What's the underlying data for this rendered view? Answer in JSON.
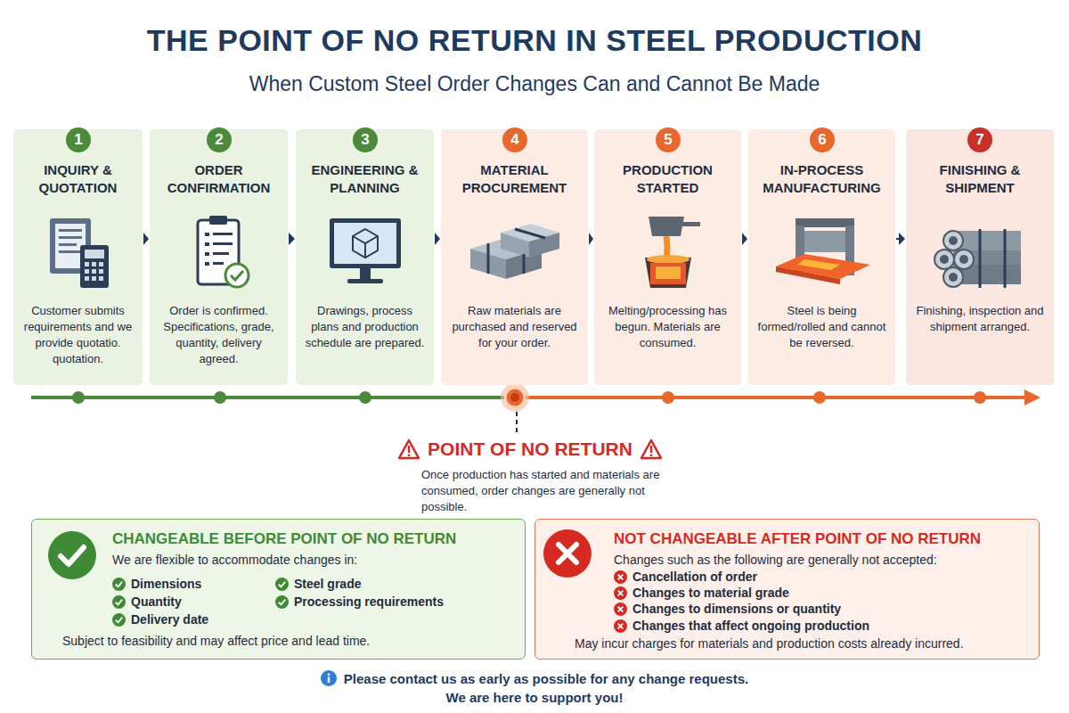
{
  "diagram": {
    "title": "THE POINT OF NO RETURN IN STEEL PRODUCTION",
    "nodes": [
      {
        "text": [
          "1",
          "INQUIRY & QUOTATION",
          "Customer submits requirements and we provide quotatio. quotation."
        ]
      },
      {
        "text": [
          "2",
          "ORDER CONFIRMATION",
          "Order is confirmed. Specifications, grade, quantity, delivery agreed."
        ]
      },
      {
        "text": [
          "3",
          "ENGINEERING & PLANNING",
          "Drawings, process plans and production schedule are prepared."
        ]
      },
      {
        "text": [
          "4",
          "MATERIAL PROCUREMENT",
          "Raw materials are purchased and reserved for your order."
        ]
      },
      {
        "text": [
          "5",
          "PRODUCTION STARTED",
          "Melting/processing has begun. Materials are consumed."
        ]
      },
      {
        "text": [
          "6",
          "IN-PROCESS MANUFACTURING",
          "Steel is being formed/rolled and cannot be reversed."
        ]
      },
      {
        "text": [
          "7",
          "FINISHING & SHIPMENT",
          "Finishing, inspection and shipment arranged."
        ]
      },
      {
        "text": [
          "POINT OF NO RETURN",
          "Once production has started and materials are consumed, order changes are generally not possible."
        ]
      },
      {
        "text": [
          "CHANGEABLE BEFORE POINT OF NO RETURN",
          "We are flexible to accommodate changes in:",
          "Dimensions",
          "Quantity",
          "Delivery date",
          "Steel grade",
          "Processing requirements",
          "Subject to feasibility and may affect price and lead time."
        ]
      },
      {
        "text": [
          "NOT CHANGEABLE AFTER POINT OF NO RETURN",
          "Changes such as the following are generally not accepted:",
          "Cancellation of order",
          "Changes to material grade",
          "Changes to dimensions or quantity",
          "Changes that affect ongoing production",
          "May incur charges for materials and production costs already incurred."
        ]
      }
    ],
    "edges": [
      {
        "from": 0,
        "to": 1,
        "arrow": "to"
      },
      {
        "from": 1,
        "to": 2,
        "arrow": "to"
      },
      {
        "from": 2,
        "to": 3,
        "arrow": "to"
      },
      {
        "from": 3,
        "to": 4,
        "arrow": "to"
      },
      {
        "from": 4,
        "to": 5,
        "arrow": "to"
      },
      {
        "from": 5,
        "to": 6,
        "arrow": "to"
      }
    ],
    "labels": [
      "When Custom Steel Order Changes Can and Cannot Be Made",
      "Please contact us as early as possible for any change requests.",
      "We are here to support you!"
    ]
  }
}
